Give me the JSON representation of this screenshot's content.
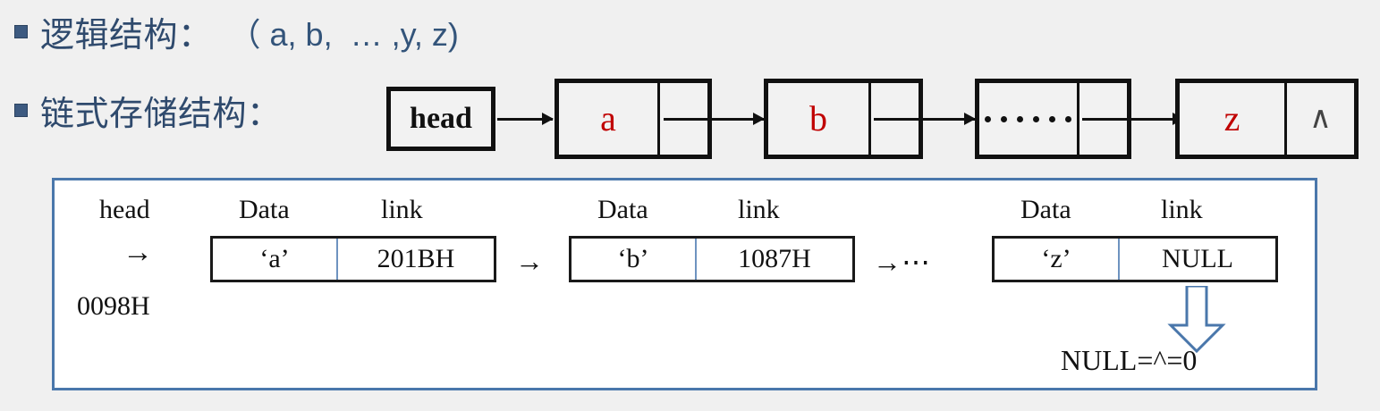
{
  "slide": {
    "background_color": "#f0f0f0",
    "accent_blue": "#4a77ab",
    "bullet_color": "#3d5a80",
    "heading_color": "#2f4a6d",
    "red_color": "#c00000"
  },
  "lines": [
    {
      "label": "逻辑结构：",
      "value": "（ a, b,  … ,y, z)"
    },
    {
      "label": "链式存储结构：",
      "value": ""
    }
  ],
  "linked_list": {
    "head_label": "head",
    "nodes": [
      {
        "data": "a",
        "link": ""
      },
      {
        "data": "b",
        "link": ""
      },
      {
        "data": "……",
        "link": ""
      },
      {
        "data": "z",
        "link": "∧"
      }
    ]
  },
  "memory_panel": {
    "head_label": "head",
    "head_arrow": "→",
    "head_address": "0098H",
    "column_headers": {
      "data": "Data",
      "link": "link"
    },
    "nodes": [
      {
        "data": "‘a’",
        "link": "201BH"
      },
      {
        "data": "‘b’",
        "link": "1087H"
      },
      {
        "data": "‘z’",
        "link": "NULL"
      }
    ],
    "connectors": [
      "→",
      "→⋯"
    ],
    "null_note": "NULL=^=0"
  }
}
